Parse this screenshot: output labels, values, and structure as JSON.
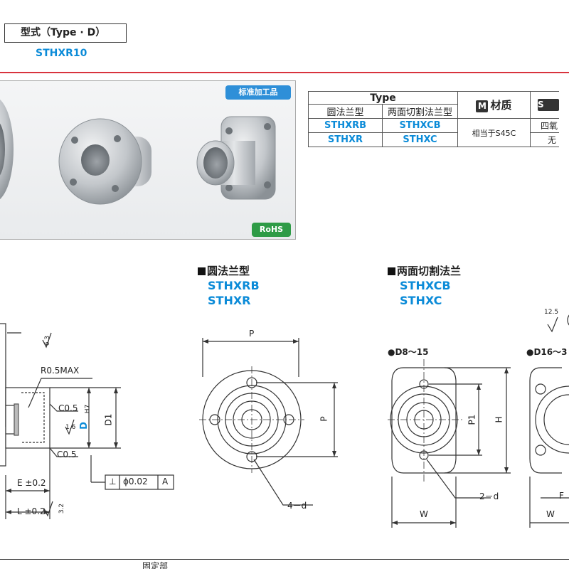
{
  "header": {
    "type_label": "型式（Type · D）",
    "type_value": "STHXR10"
  },
  "photo": {
    "badge_standard": "标准加工品",
    "badge_rohs": "RoHS"
  },
  "spec_table": {
    "type_header": "Type",
    "col_round": "圆法兰型",
    "col_cut": "两面切割法兰型",
    "material_icon": "M",
    "material_header": "材质",
    "surface_icon": "S",
    "rows": [
      {
        "round": "STHXRB",
        "cut": "STHXCB"
      },
      {
        "round": "STHXR",
        "cut": "STHXC"
      }
    ],
    "material_value": "相当于S45C",
    "surface_partial": "四氧",
    "surface_partial2": "无"
  },
  "drawing_round": {
    "title": "圆法兰型",
    "models": [
      "STHXRB",
      "STHXR"
    ],
    "label_p_top": "P",
    "label_p_side": "P",
    "label_holes": "4－d"
  },
  "drawing_cut": {
    "title": "两面切割法兰",
    "models": [
      "STHXCB",
      "STHXC"
    ],
    "range_small": "●D8～15",
    "range_large": "●D16～3",
    "label_p1": "P1",
    "label_h": "H",
    "label_holes": "2－d",
    "label_w": "W",
    "label_w2": "W",
    "label_f": "F",
    "roughness": "12.5"
  },
  "drawing_side": {
    "r_max": "R0.5MAX",
    "c05_a": "C0.5",
    "c05_b": "C0.5",
    "d_label": "D",
    "h7": "H7",
    "d1": "D1",
    "e_tol": "E ±0.2",
    "l_tol": "L ±0.2",
    "perp_symbol": "⊥",
    "perp_value": "ϕ0.02",
    "datum": "A",
    "rough_16": "1.6",
    "rough_63": "6.3",
    "rough_32": "3.2"
  },
  "bottom": {
    "label": "固定部"
  }
}
